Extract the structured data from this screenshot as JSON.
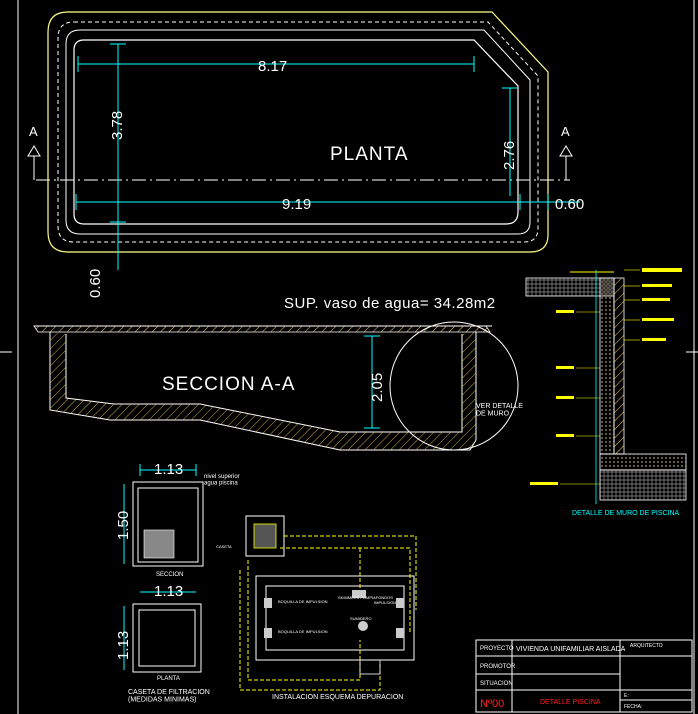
{
  "plan": {
    "title": "PLANTA",
    "section_marker": "A",
    "dim_length_inner": "8.17",
    "dim_length_outer": "9.19",
    "dim_width_left": "3.78",
    "dim_width_right": "2.76",
    "dim_wall_right": "0.60",
    "dim_wall_left": "0.60",
    "surface_label": "SUP. vaso de agua= 34.28m2"
  },
  "section": {
    "title": "SECCION A-A",
    "depth": "2.05",
    "detail_ref": "VER DETALLE\nDE MURO"
  },
  "wall_detail": {
    "title": "DETALLE DE MURO DE PISCINA"
  },
  "filter_house": {
    "width_top": "1.13",
    "height": "1.50",
    "note": "nivel superior\nagua piscina",
    "section_label": "SECCION",
    "width_plan": "1.13",
    "depth_plan": "1.13",
    "plan_label": "PLANTA",
    "caption": "CASETA DE FILTRACION\n(MEDIDAS MINIMAS)"
  },
  "depuration": {
    "caption": "INSTALACION ESQUEMA DEPURACION",
    "label_skimmer": "SKIMMERS / LIMPIAFONDOS",
    "label_impulsion": "IMPULSION",
    "label_sumidero": "SUMIDERO",
    "label_pool_left_top": "BOQUILLA DE IMPULSION",
    "label_pool_left_bottom": "BOQUILLA DE IMPULSION",
    "label_caseta": "CASETA"
  },
  "titleblock": {
    "project_label": "PROYECTO",
    "project_value": "VIVIENDA UNIFAMILIAR AISLADA",
    "architect_label": "ARQUITECTO",
    "promoter_label": "PROMOTOR",
    "situation_label": "SITUACION",
    "number_label": "Nº00",
    "sheet_title": "DETALLE PISCINA",
    "scale": "E:",
    "date": "FECHA:"
  },
  "colors": {
    "background": "#000000",
    "outline": "#ffff88",
    "dimension": "#00ffff",
    "text": "#ffffff",
    "hatch": "#ffcc66",
    "red": "#ff2020",
    "green": "#00ff00"
  }
}
